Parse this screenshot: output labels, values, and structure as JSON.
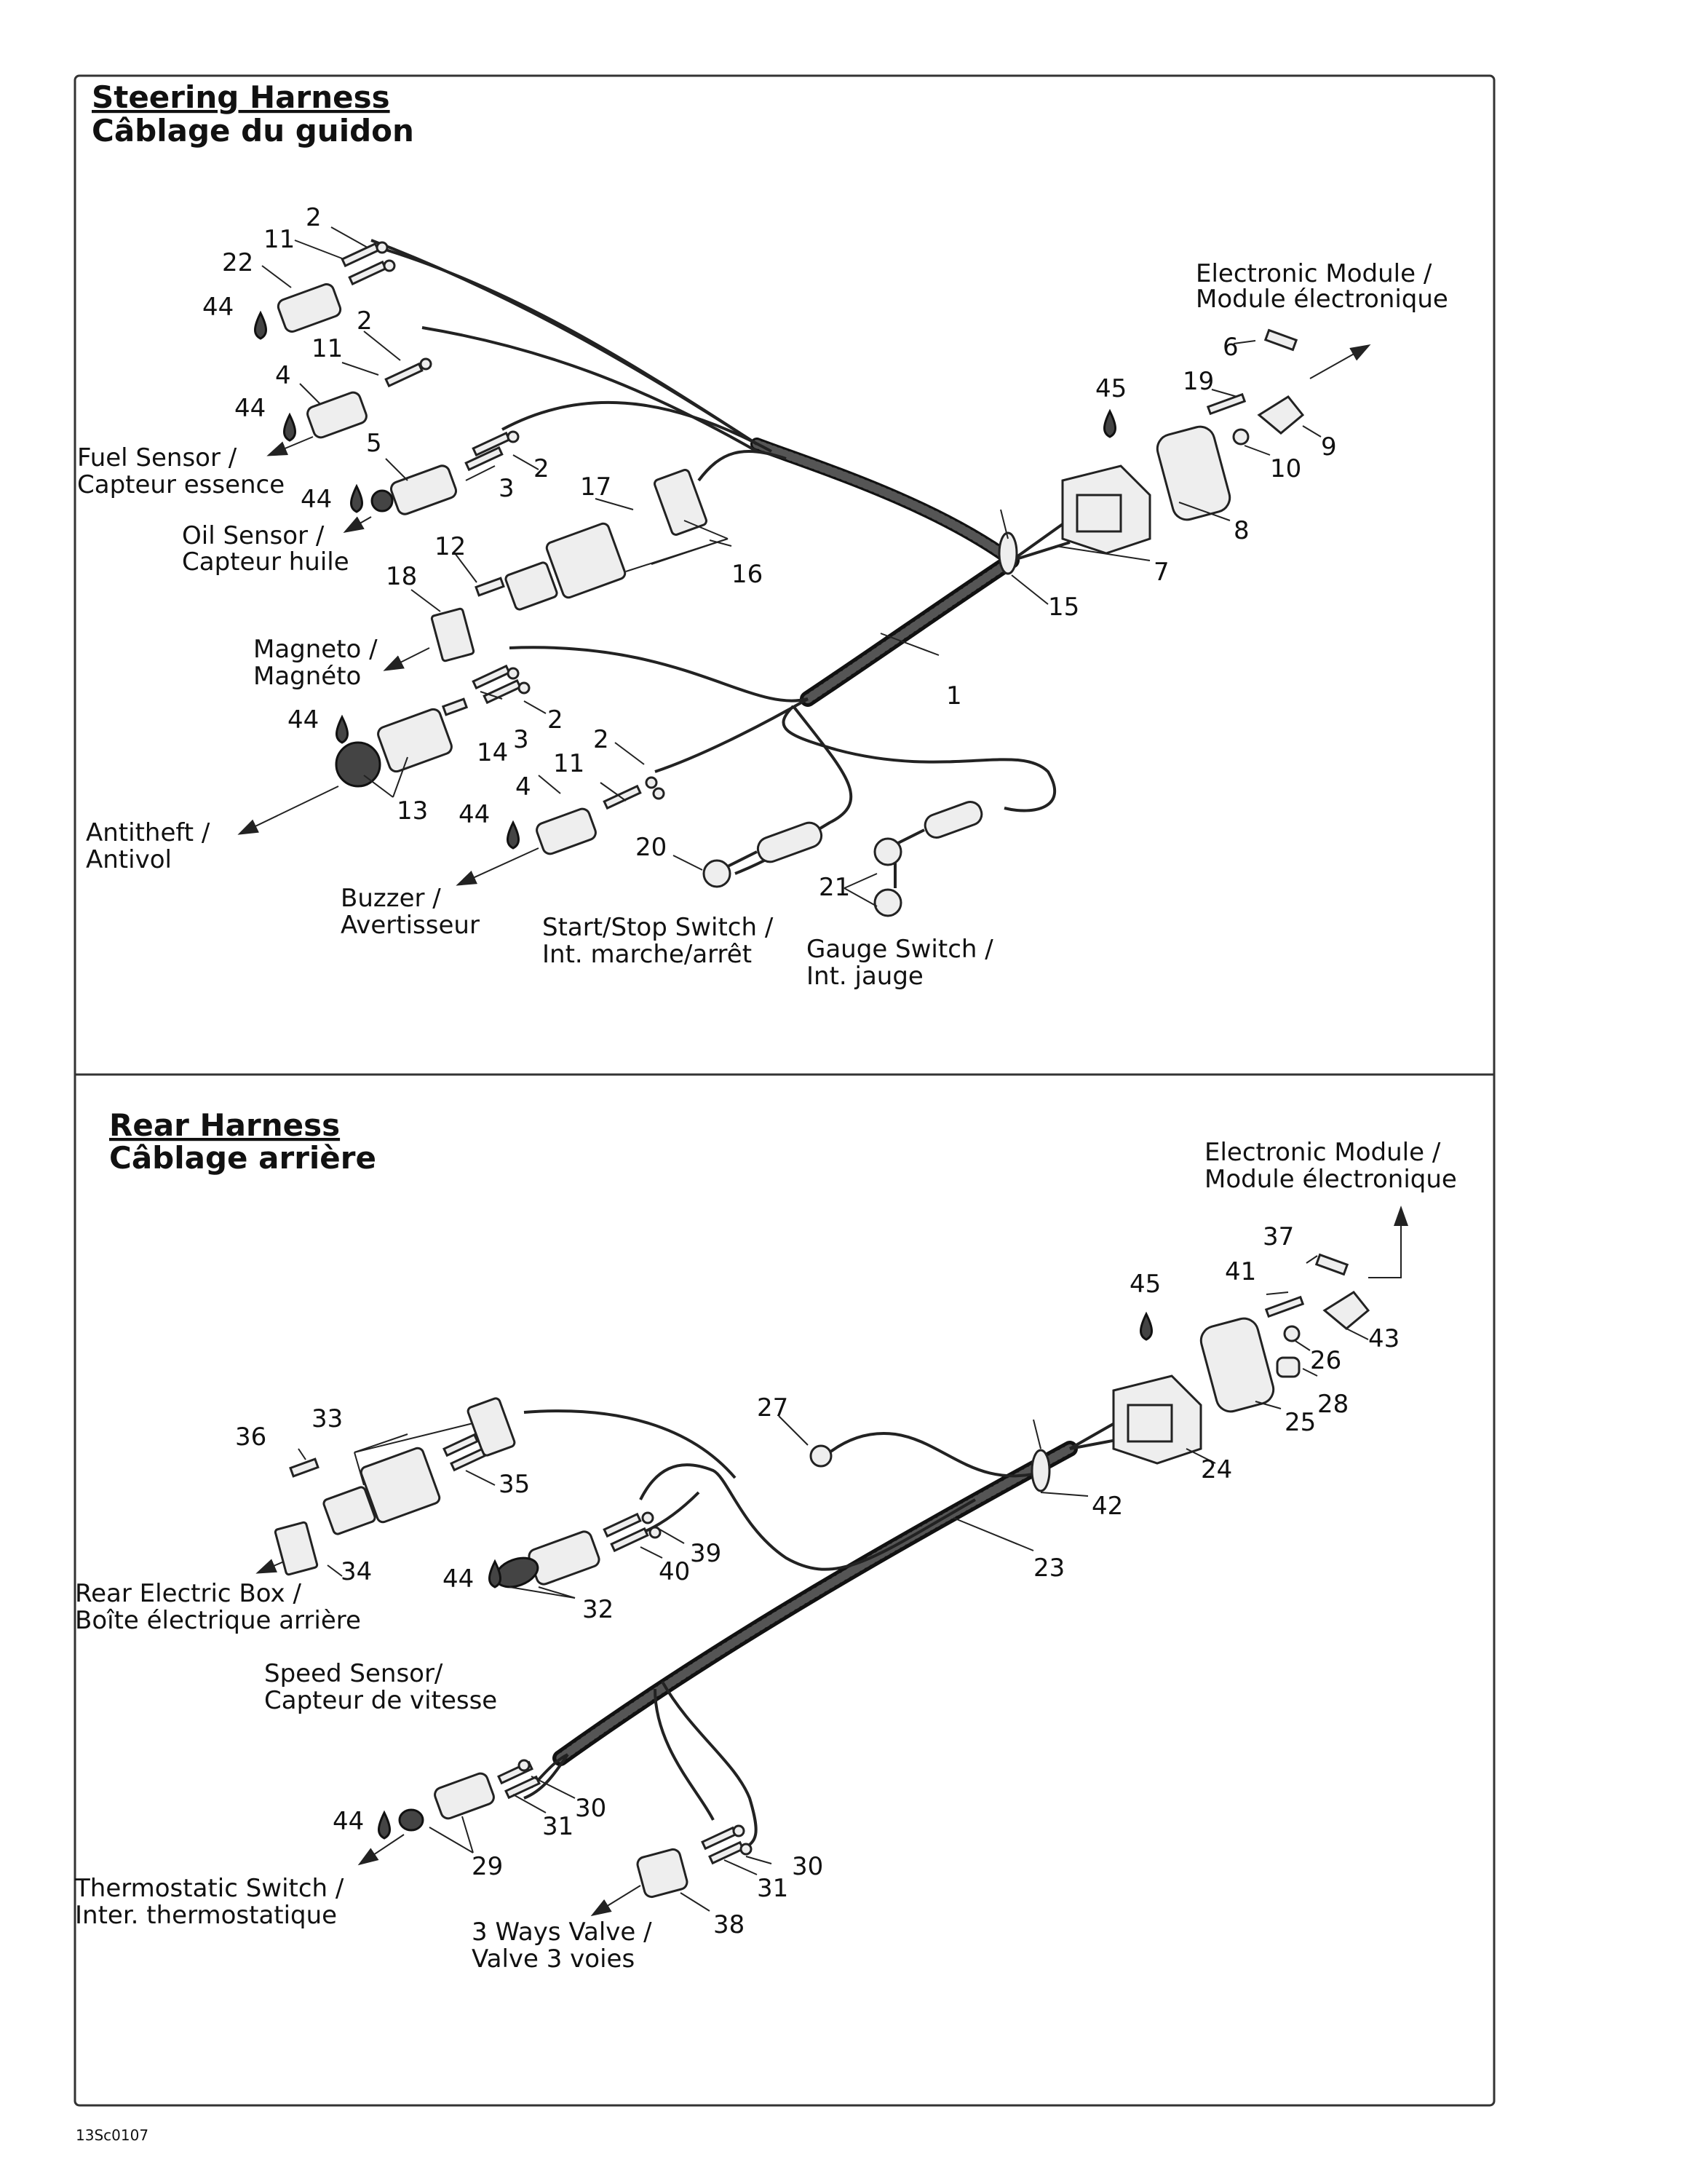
{
  "steering": {
    "title_en": "Steering Harness",
    "title_fr": "Câblage du guidon",
    "labels": {
      "electronic_module_en": "Electronic Module /",
      "electronic_module_fr": "Module électronique",
      "fuel_sensor_en": "Fuel Sensor /",
      "fuel_sensor_fr": "Capteur essence",
      "oil_sensor_en": "Oil Sensor /",
      "oil_sensor_fr": "Capteur huile",
      "magneto_en": "Magneto /",
      "magneto_fr": "Magnéto",
      "antitheft_en": "Antitheft /",
      "antitheft_fr": "Antivol",
      "buzzer_en": "Buzzer /",
      "buzzer_fr": "Avertisseur",
      "start_stop_en": "Start/Stop Switch /",
      "start_stop_fr": "Int. marche/arrêt",
      "gauge_switch_en": "Gauge Switch /",
      "gauge_switch_fr": "Int. jauge"
    },
    "callouts": {
      "c1": "1",
      "c2a": "2",
      "c2b": "2",
      "c2c": "2",
      "c2d": "2",
      "c2e": "2",
      "c3a": "3",
      "c3b": "3",
      "c4a": "4",
      "c4b": "4",
      "c5": "5",
      "c6": "6",
      "c7": "7",
      "c8": "8",
      "c9": "9",
      "c10": "10",
      "c11a": "11",
      "c11b": "11",
      "c11c": "11",
      "c12": "12",
      "c13": "13",
      "c14": "14",
      "c15": "15",
      "c16": "16",
      "c17": "17",
      "c18": "18",
      "c19": "19",
      "c20": "20",
      "c21": "21",
      "c22": "22",
      "c44a": "44",
      "c44b": "44",
      "c44c": "44",
      "c44d": "44",
      "c44e": "44",
      "c45": "45"
    }
  },
  "rear": {
    "title_en": "Rear Harness",
    "title_fr": "Câblage arrière",
    "labels": {
      "electronic_module_en": "Electronic Module /",
      "electronic_module_fr": "Module électronique",
      "rear_box_en": "Rear Electric Box /",
      "rear_box_fr": "Boîte électrique arrière",
      "speed_sensor_en": "Speed Sensor/",
      "speed_sensor_fr": "Capteur de vitesse",
      "thermo_en": "Thermostatic Switch /",
      "thermo_fr": "Inter. thermostatique",
      "valve_en": "3 Ways Valve /",
      "valve_fr": "Valve 3 voies"
    },
    "callouts": {
      "c23": "23",
      "c24": "24",
      "c25": "25",
      "c26": "26",
      "c27": "27",
      "c28": "28",
      "c29": "29",
      "c30a": "30",
      "c30b": "30",
      "c31a": "31",
      "c31b": "31",
      "c32": "32",
      "c33": "33",
      "c34": "34",
      "c35": "35",
      "c36": "36",
      "c37": "37",
      "c38": "38",
      "c39": "39",
      "c40": "40",
      "c41": "41",
      "c42": "42",
      "c43": "43",
      "c44a": "44",
      "c44b": "44",
      "c45": "45"
    }
  },
  "drawing_code": "13Sc0107"
}
